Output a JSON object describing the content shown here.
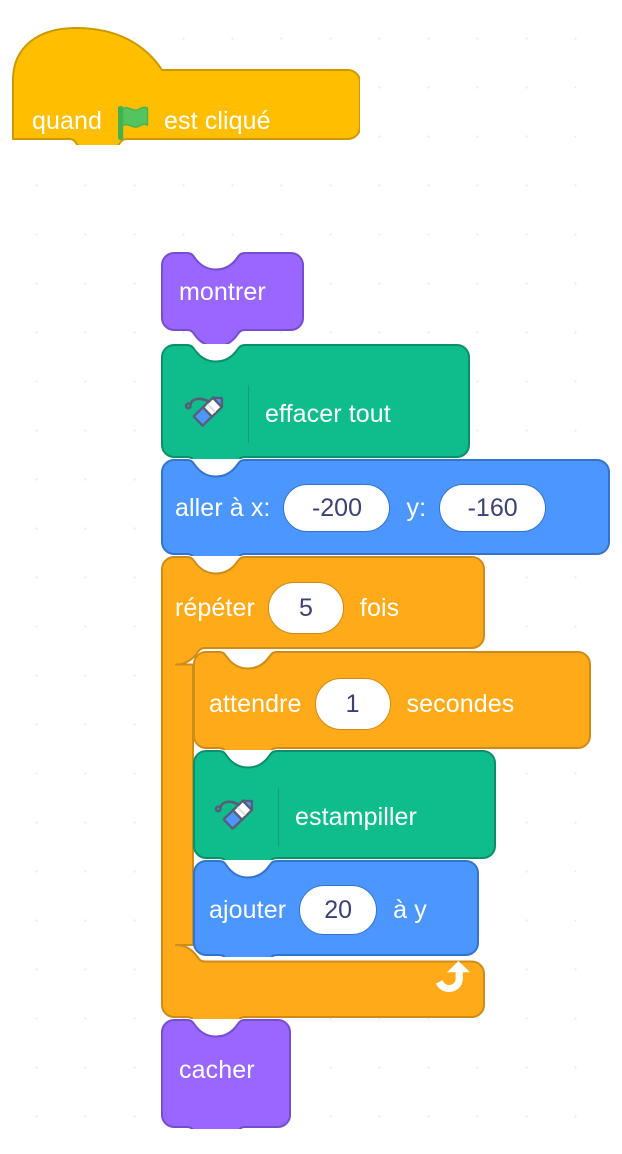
{
  "app": {
    "kind": "block-programming-canvas",
    "language": "fr",
    "background": "#ffffff"
  },
  "colors": {
    "events": "#ffbf00",
    "events_stroke": "#cc9900",
    "looks": "#9966ff",
    "looks_stroke": "#774dcb",
    "pen": "#0fbd8c",
    "pen_stroke": "#0b8e6b",
    "motion": "#4c97ff",
    "motion_stroke": "#3373cc",
    "control": "#ffab19",
    "control_stroke": "#cf8b17",
    "input_text": "#3b4171",
    "label_text": "#ffffff",
    "flag_green": "#4cbf56",
    "pen_body": "#ffffff",
    "pen_cap": "#4c97ff",
    "pen_outline": "#575e75"
  },
  "script": {
    "hat": {
      "name": "when-green-flag-clicked",
      "text_before": "quand",
      "icon": "green-flag-icon",
      "text_after": "est cliqué",
      "category": "events"
    },
    "stack": [
      {
        "name": "show",
        "label": "montrer",
        "category": "looks"
      },
      {
        "name": "erase-all",
        "icon": "pen-icon",
        "label": "effacer tout",
        "category": "pen"
      },
      {
        "name": "go-to-xy",
        "label_x": "aller à x:",
        "value_x": "-200",
        "label_y": "y:",
        "value_y": "-160",
        "category": "motion"
      },
      {
        "name": "repeat",
        "label_before": "répéter",
        "value": "5",
        "label_after": "fois",
        "loop_icon": "loop-arrow-icon",
        "category": "control",
        "children": [
          {
            "name": "wait-seconds",
            "label_before": "attendre",
            "value": "1",
            "label_after": "secondes",
            "category": "control"
          },
          {
            "name": "stamp",
            "icon": "pen-icon",
            "label": "estampiller",
            "category": "pen"
          },
          {
            "name": "change-y-by",
            "label_before": "ajouter",
            "value": "20",
            "label_after": "à y",
            "category": "motion"
          }
        ]
      },
      {
        "name": "hide",
        "label": "cacher",
        "category": "looks"
      }
    ]
  }
}
